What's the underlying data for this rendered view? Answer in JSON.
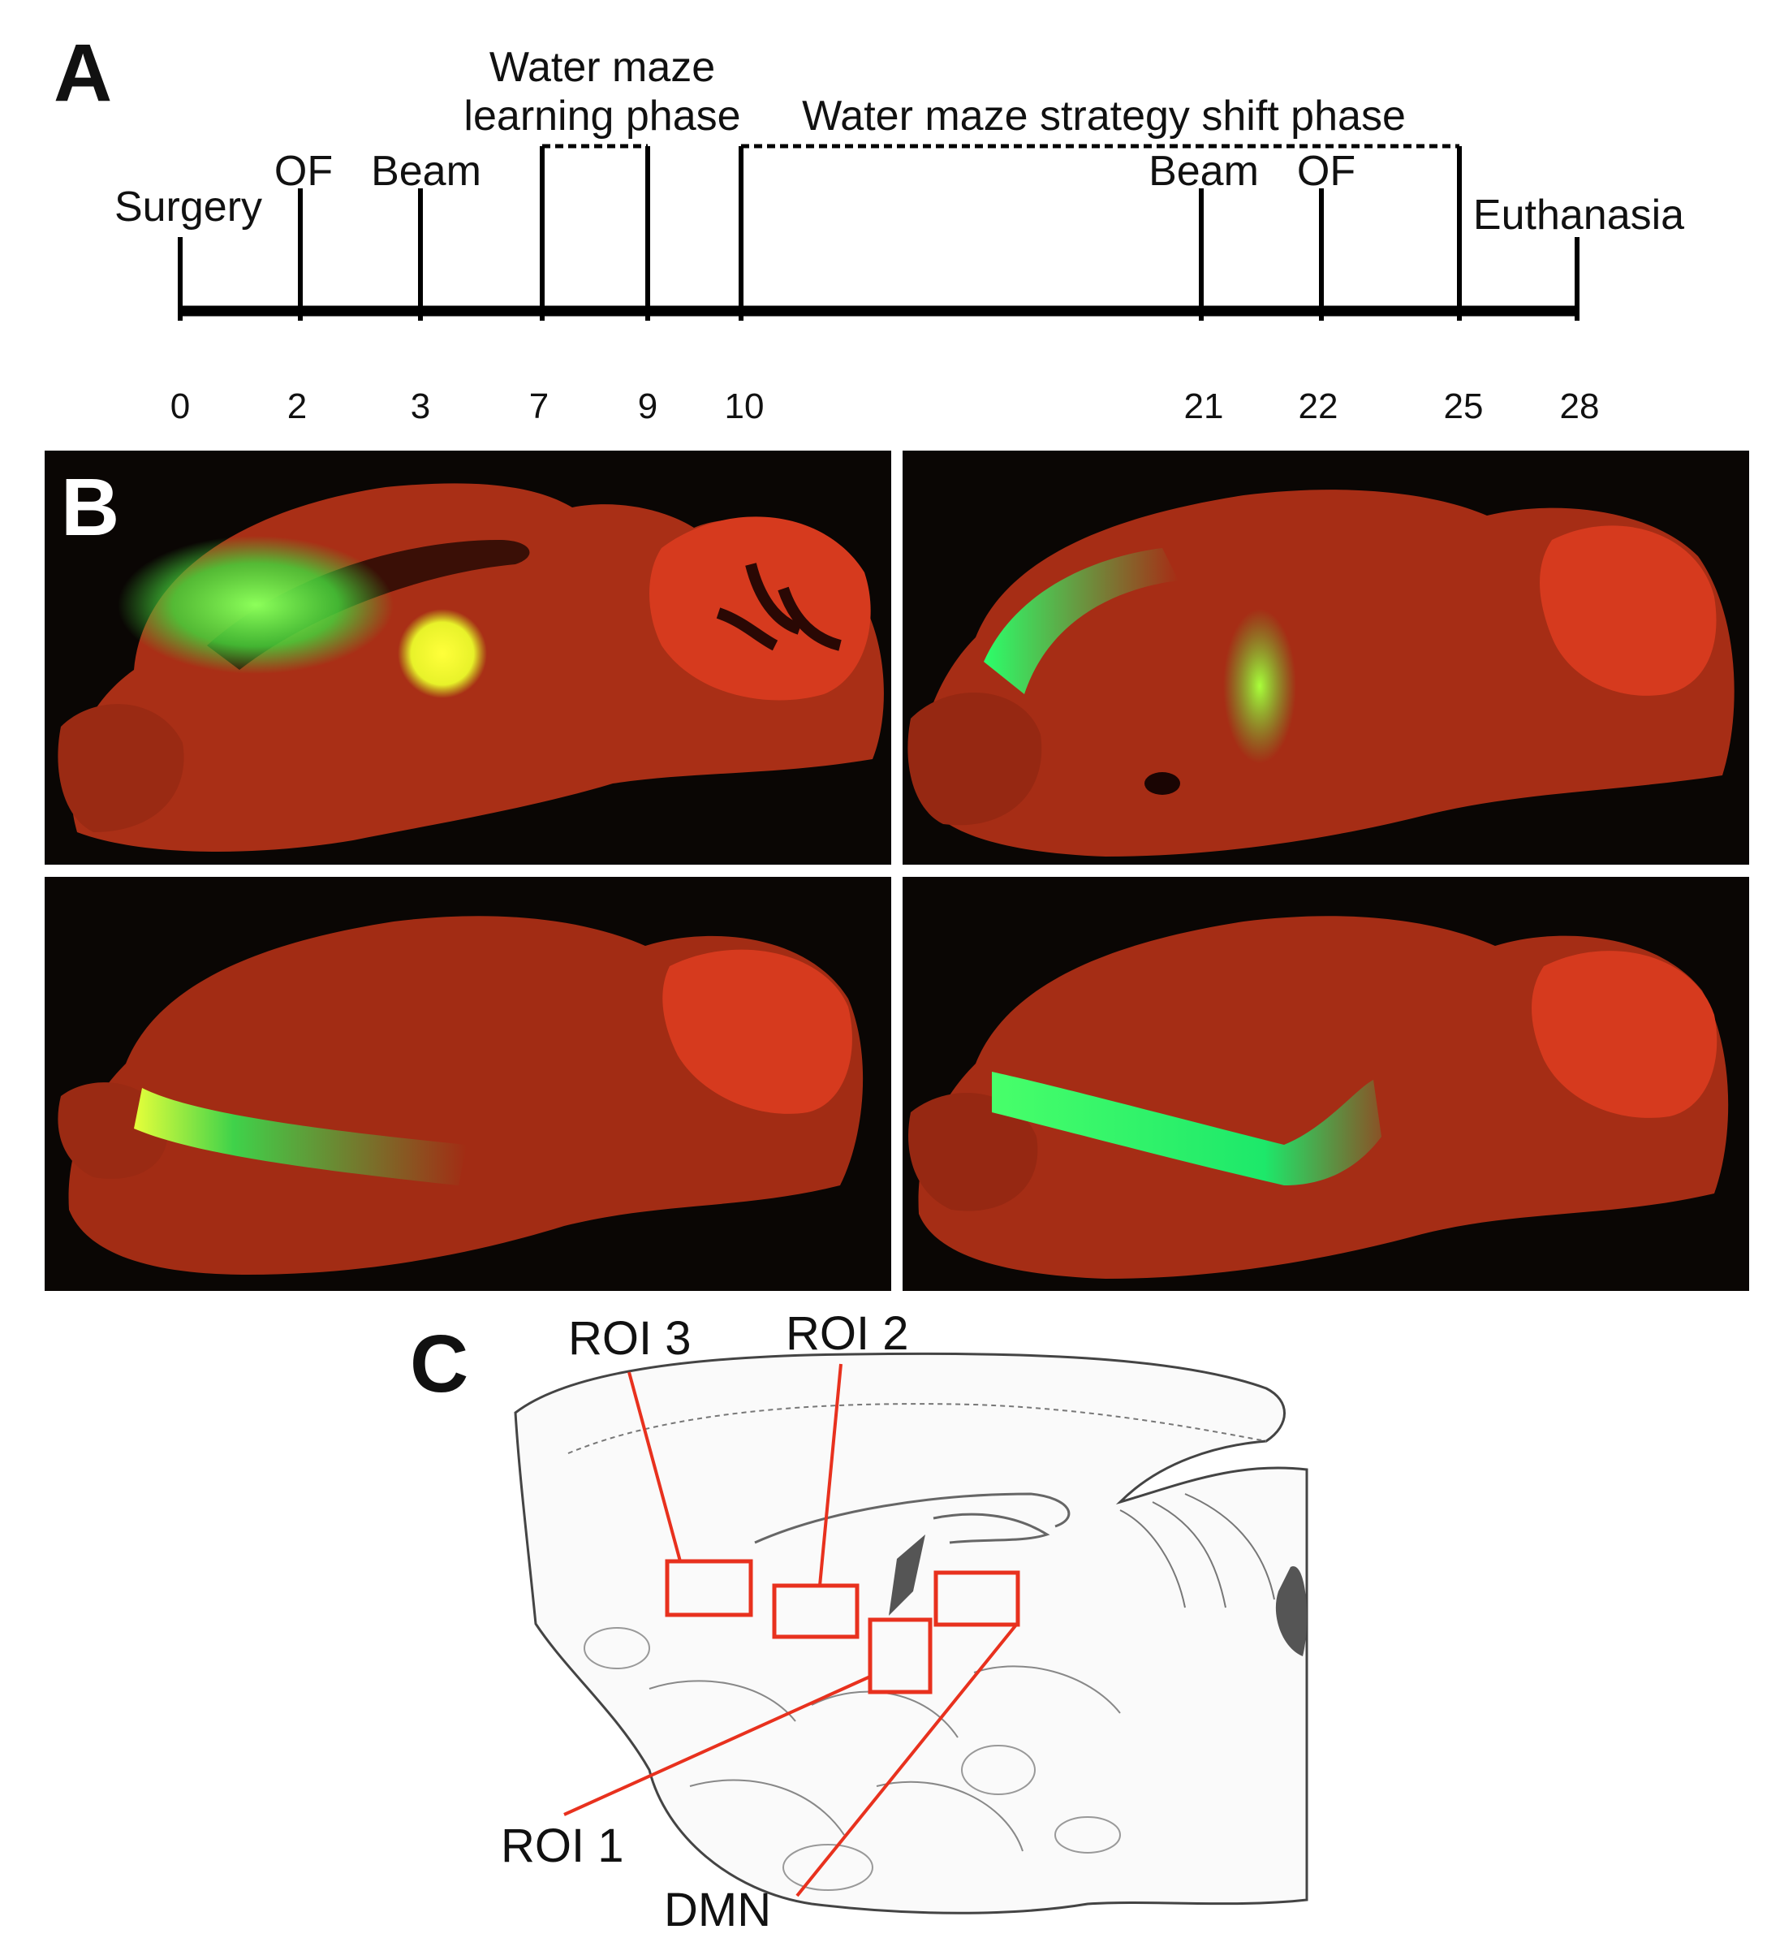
{
  "panel_a": {
    "letter": "A",
    "phases": {
      "learning_line1": "Water maze",
      "learning_line2": "learning phase",
      "shift": "Water maze strategy shift phase"
    },
    "events": {
      "surgery": "Surgery",
      "of_early": "OF",
      "beam_early": "Beam",
      "beam_late": "Beam",
      "of_late": "OF",
      "euthanasia": "Euthanasia"
    },
    "ticks": [
      "0",
      "2",
      "3",
      "7",
      "9",
      "10",
      "21",
      "22",
      "25",
      "28"
    ]
  },
  "panel_b": {
    "letter": "B",
    "colors": {
      "tissue": "#b8321a",
      "expression": "#39e34a",
      "hotspot": "#f2ff2a",
      "background": "#0a0604"
    }
  },
  "panel_c": {
    "letter": "C",
    "roi_labels": {
      "roi3": "ROI 3",
      "roi2": "ROI 2",
      "roi1": "ROI 1",
      "dmn": "DMN"
    },
    "roi_color": "#e8311e"
  }
}
